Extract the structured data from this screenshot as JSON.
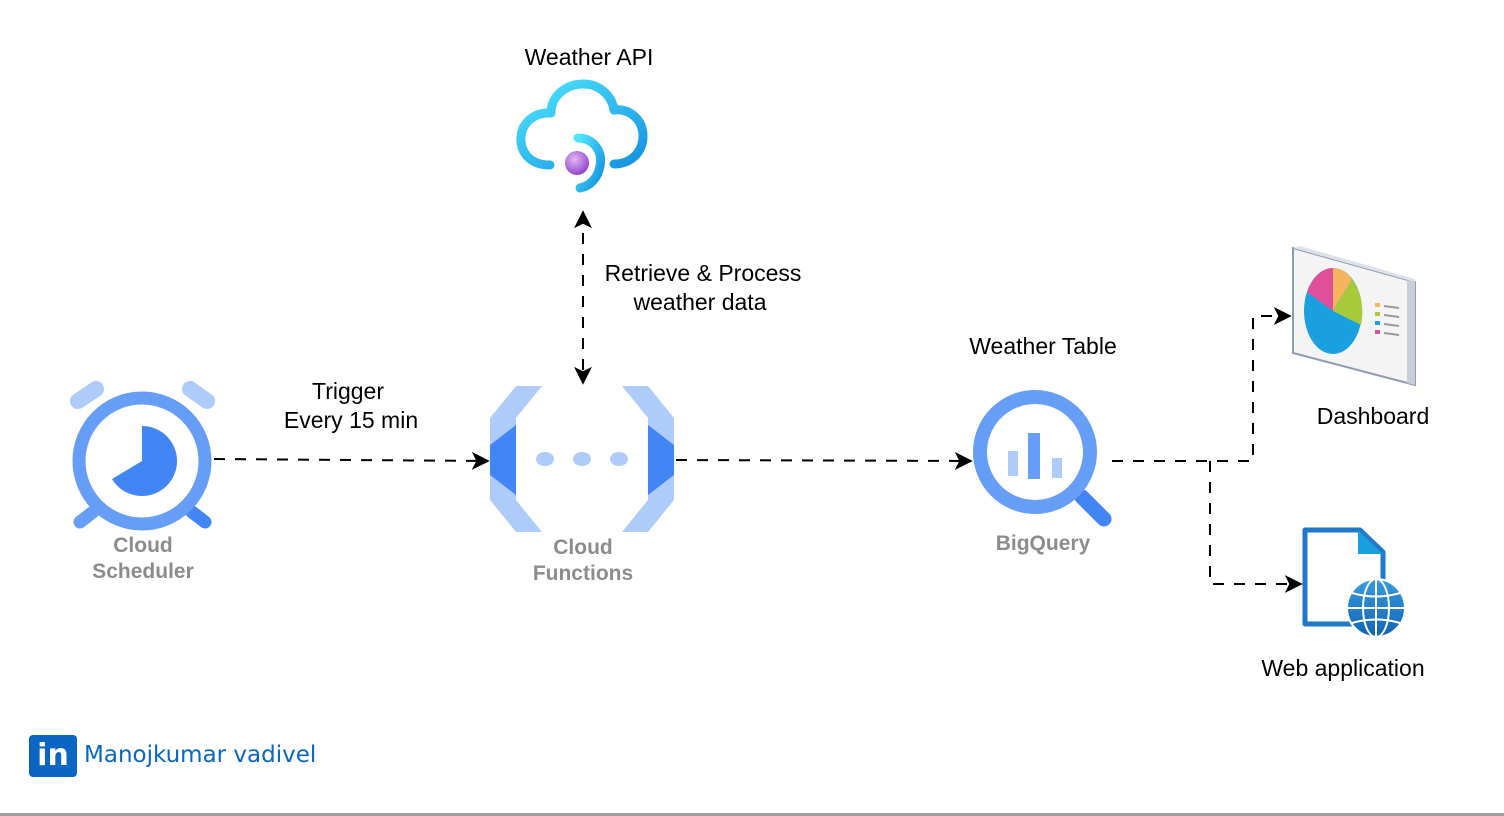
{
  "nodes": {
    "weather_api": {
      "label": "Weather API"
    },
    "cloud_scheduler": {
      "label_line1": "Cloud",
      "label_line2": "Scheduler"
    },
    "cloud_functions": {
      "label_line1": "Cloud",
      "label_line2": "Functions"
    },
    "bigquery": {
      "label": "BigQuery",
      "caption": "Weather Table"
    },
    "dashboard": {
      "label": "Dashboard"
    },
    "web_application": {
      "label": "Web application"
    }
  },
  "edges": {
    "trigger": {
      "line1": "Trigger",
      "line2": "Every 15 min"
    },
    "retrieve": {
      "line1": "Retrieve & Process",
      "line2": "weather data"
    }
  },
  "footer": {
    "badge_text": "in",
    "author": "Manojkumar vadivel"
  },
  "colors": {
    "google_blue": "#4285f4",
    "google_light_blue": "#aecbfa",
    "google_mid_blue": "#669df6",
    "linkedin_blue": "#0a66c2",
    "service_label_gray": "#8c8c8c"
  }
}
